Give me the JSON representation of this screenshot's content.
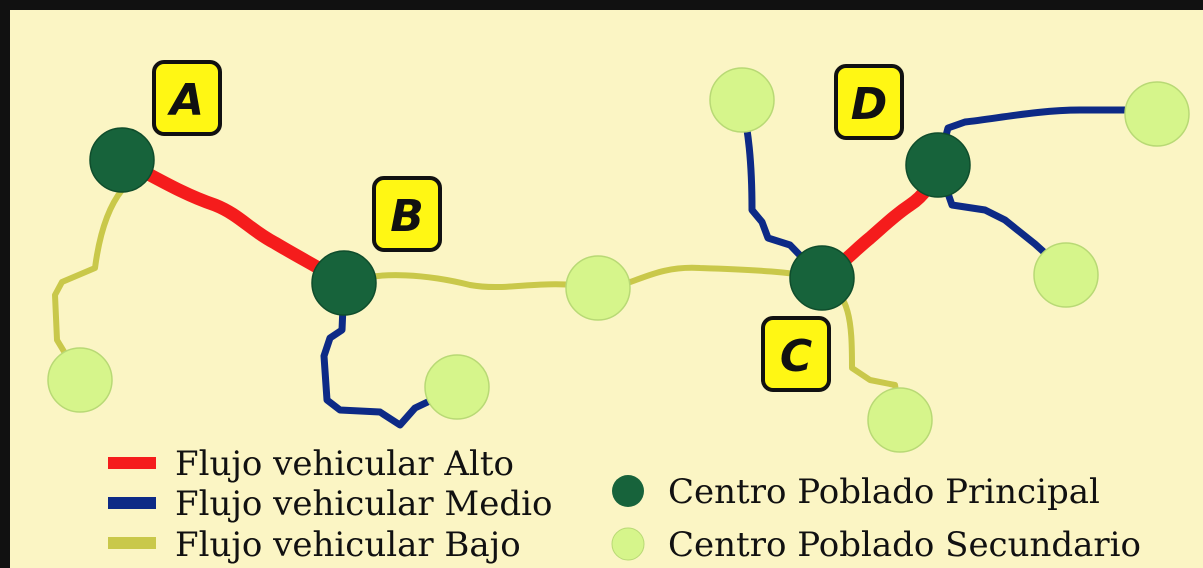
{
  "colors": {
    "background": "#fbf5c4",
    "frame": "#111111",
    "high_flow": "#f51c1c",
    "medium_flow": "#0d2a86",
    "low_flow": "#c9c84a",
    "principal_node": "#17633b",
    "secondary_node": "#d6f58b",
    "label_box": "#fff714"
  },
  "node_labels": {
    "a": "A",
    "b": "B",
    "c": "C",
    "d": "D"
  },
  "legend": {
    "high_flow": "Flujo vehicular Alto",
    "medium_flow": "Flujo vehicular Medio",
    "low_flow": "Flujo vehicular Bajo",
    "principal": "Centro Poblado Principal",
    "secondary": "Centro Poblado Secundario"
  }
}
